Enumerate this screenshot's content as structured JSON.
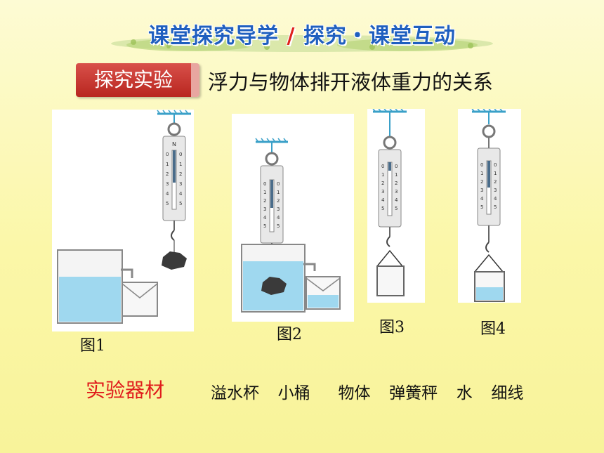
{
  "header": {
    "title_left": "课堂探究导学",
    "title_slash": "/",
    "title_right": "探究・课堂互动"
  },
  "section": {
    "badge": "探究实验",
    "subtitle": "浮力与物体排开液体重力的关系"
  },
  "figures": [
    {
      "caption": "图1"
    },
    {
      "caption": "图2"
    },
    {
      "caption": "图3"
    },
    {
      "caption": "图4"
    }
  ],
  "scale_label": "N",
  "materials": {
    "label": "实验器材",
    "items": "溢水杯  小桶   物体  弹簧秤  水  细线"
  },
  "colors": {
    "title_blue": "#1f5fbf",
    "badge_red": "#c0312b",
    "water_blue": "#9fd8ef",
    "materials_red": "#e01c1c"
  }
}
